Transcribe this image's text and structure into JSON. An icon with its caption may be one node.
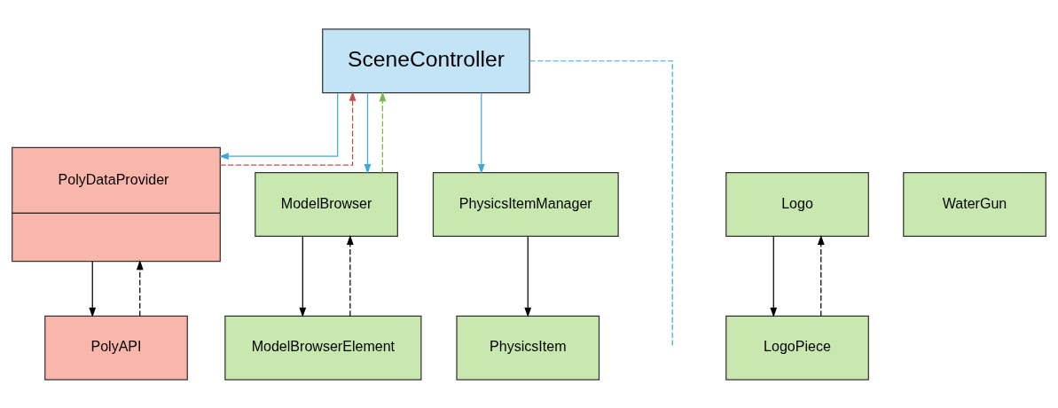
{
  "diagram": {
    "nodes": [
      {
        "text": [
          "SceneController"
        ]
      },
      {
        "text": [
          "PolyDataProvider"
        ]
      },
      {
        "text": [
          "PolyAPI"
        ]
      },
      {
        "text": [
          "ModelBrowser"
        ]
      },
      {
        "text": [
          "ModelBrowserElement"
        ]
      },
      {
        "text": [
          "PhysicsItemManager"
        ]
      },
      {
        "text": [
          "PhysicsItem"
        ]
      },
      {
        "text": [
          "Logo"
        ]
      },
      {
        "text": [
          "LogoPiece"
        ]
      },
      {
        "text": [
          "WaterGun"
        ]
      }
    ],
    "edges": [
      {
        "from": 1,
        "to": 0,
        "arrow": "to",
        "style": "dashed",
        "color": "#c0504d"
      },
      {
        "from": 0,
        "to": 1,
        "arrow": "to",
        "color": "#3fa9dc"
      },
      {
        "from": 0,
        "to": 3,
        "arrow": "to",
        "color": "#3fa9dc"
      },
      {
        "from": 3,
        "to": 0,
        "arrow": "to",
        "style": "dashed",
        "color": "#7ab648"
      },
      {
        "from": 0,
        "to": 5,
        "arrow": "to",
        "color": "#3fa9dc"
      },
      {
        "from": 0,
        "to": null,
        "arrow": "none",
        "style": "dashed",
        "color": "#3fa9dc"
      },
      {
        "from": 1,
        "to": 2,
        "arrow": "to"
      },
      {
        "from": 2,
        "to": 1,
        "arrow": "to",
        "style": "dashed"
      },
      {
        "from": 3,
        "to": 4,
        "arrow": "to"
      },
      {
        "from": 4,
        "to": 3,
        "arrow": "to",
        "style": "dashed"
      },
      {
        "from": 5,
        "to": 6,
        "arrow": "to"
      },
      {
        "from": 7,
        "to": 8,
        "arrow": "to"
      },
      {
        "from": 8,
        "to": 7,
        "arrow": "to",
        "style": "dashed"
      }
    ]
  }
}
